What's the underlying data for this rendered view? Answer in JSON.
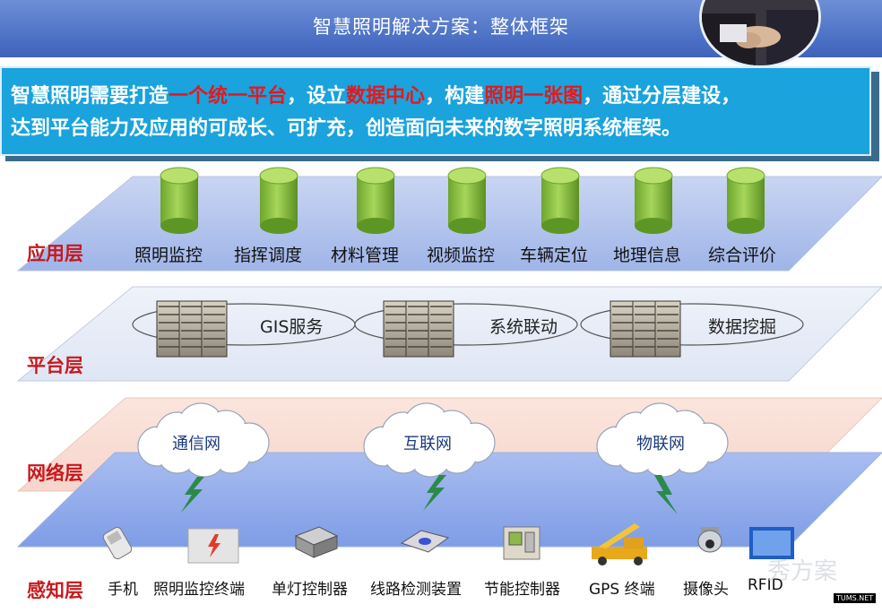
{
  "header": {
    "title": "智慧照明解决方案：整体框架"
  },
  "banner": {
    "line1": [
      {
        "text": "智慧照明需要打造",
        "highlight": false
      },
      {
        "text": "一个统一平台",
        "highlight": true
      },
      {
        "text": "，设立",
        "highlight": false
      },
      {
        "text": "数据中心",
        "highlight": true
      },
      {
        "text": "，构建",
        "highlight": false
      },
      {
        "text": "照明一张图",
        "highlight": true
      },
      {
        "text": "，通过分层建设，",
        "highlight": false
      }
    ],
    "line2": "达到平台能力及应用的可成长、可扩充，创造面向未来的数字照明系统框架。",
    "colors": {
      "background": "#1aa3dc",
      "text": "#ffffff",
      "highlight": "#e8171c"
    }
  },
  "layers": {
    "application": {
      "label": "应用层",
      "items": [
        "照明监控",
        "指挥调度",
        "材料管理",
        "视频监控",
        "车辆定位",
        "地理信息",
        "综合评价"
      ]
    },
    "platform": {
      "label": "平台层",
      "items": [
        "GIS服务",
        "系统联动",
        "数据挖掘"
      ]
    },
    "network": {
      "label": "网络层",
      "items": [
        "通信网",
        "互联网",
        "物联网"
      ]
    },
    "perception": {
      "label": "感知层",
      "items": [
        "手机",
        "照明监控终端",
        "单灯控制器",
        "线路检测装置",
        "节能控制器",
        "GPS 终端",
        "摄像头",
        "RFID"
      ]
    }
  },
  "watermark": {
    "text": "秀方案",
    "tag": "TUMS.NET"
  },
  "colors": {
    "header": "#4a6fc4",
    "layer_label": "#c8181d",
    "cylinder": "#8cc63f",
    "lightning": "#2a8a4a"
  }
}
